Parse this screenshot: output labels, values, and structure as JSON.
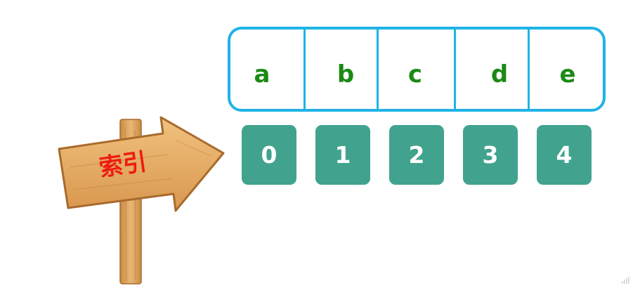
{
  "array": {
    "cells": [
      {
        "label": "a"
      },
      {
        "label": "b"
      },
      {
        "label": "c"
      },
      {
        "label": "d"
      },
      {
        "label": "e"
      }
    ],
    "border_color": "#1fb3e6",
    "text_color": "#1c8a14"
  },
  "indices": {
    "tiles": [
      {
        "label": "0"
      },
      {
        "label": "1"
      },
      {
        "label": "2"
      },
      {
        "label": "3"
      },
      {
        "label": "4"
      }
    ],
    "tile_color": "#41a38e",
    "text_color": "#ffffff"
  },
  "signpost": {
    "label": "索引",
    "text_color": "#ee1c12",
    "icon": "wooden-arrow-signpost-icon"
  }
}
